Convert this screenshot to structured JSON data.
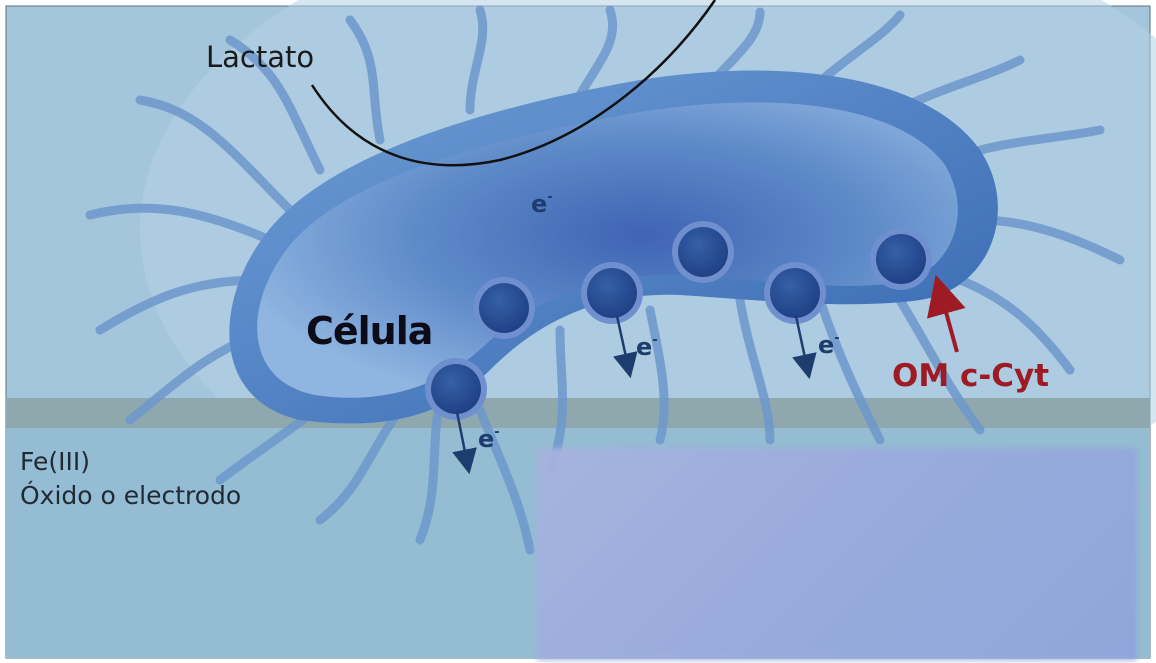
{
  "labels": {
    "lactato": "Lactato",
    "celula": "Célula",
    "om_cyt": "OM c-Cyt",
    "fe": "Fe(III)",
    "oxido": "Óxido o electrodo"
  },
  "electrons": [
    {
      "label": "e"
    },
    {
      "label": "e"
    },
    {
      "label": "e"
    },
    {
      "label": "e"
    }
  ],
  "electron_charge": "-",
  "colors": {
    "background_top": "#a4c6dc",
    "background_bottom": "#94bcd2",
    "surface_band": "#8fa8ae",
    "cell_body": "#5585c4",
    "cell_rim": "#2f5fa6",
    "cytochrome": "#2a4f96",
    "arrow_dark": "#1c3d6e",
    "om_arrow": "#9e1a24",
    "blur_patch": "#9aaade"
  }
}
